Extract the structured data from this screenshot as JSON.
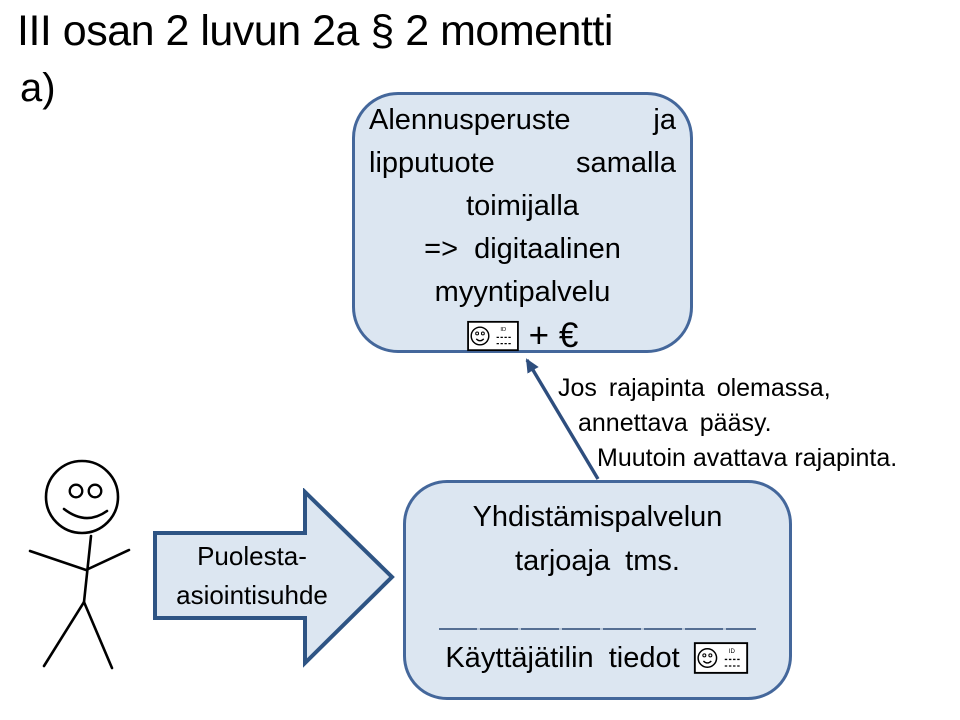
{
  "title": "III osan 2 luvun 2a § 2 momentti",
  "item_label": "a)",
  "top_box": {
    "line1": "Alennusperuste ja",
    "line2": "lipputuote samalla",
    "line3": "toimijalla",
    "line4": "=> digitaalinen",
    "line5": "myyntipalvelu",
    "price_suffix": "+ €"
  },
  "annotation": {
    "line1": "Jos rajapinta olemassa,",
    "line2": "annettava pääsy.",
    "line3": "Muutoin avattava rajapinta."
  },
  "actor_arrow": {
    "line1": "Puolesta-",
    "line2": "asiointisuhde"
  },
  "bottom_box": {
    "line1": "Yhdistämispalvelun",
    "line2": "tarjoaja tms.",
    "line3": "Käyttäjätilin tiedot"
  },
  "id_card_icon": {
    "label": "ID"
  },
  "colors": {
    "shape_fill": "#dce6f1",
    "shape_border": "#44679b",
    "arrow_border": "#2e5484",
    "connector": "#2e4e7e",
    "text": "#000000"
  }
}
